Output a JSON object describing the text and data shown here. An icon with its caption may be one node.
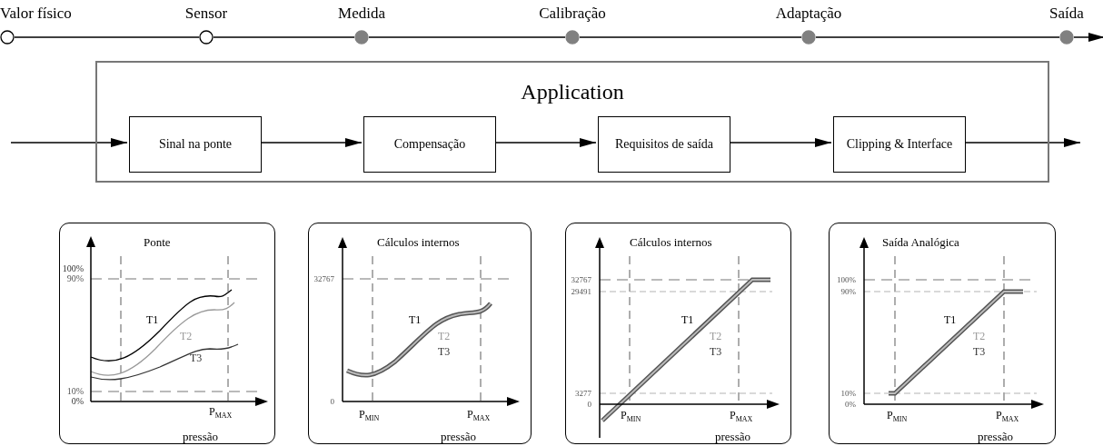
{
  "diagram": {
    "nodes": [
      {
        "text": [
          "Valor físico"
        ]
      },
      {
        "text": [
          "Sensor"
        ]
      },
      {
        "text": [
          "Medida"
        ]
      },
      {
        "text": [
          "Calibração"
        ]
      },
      {
        "text": [
          "Adaptação"
        ]
      },
      {
        "text": [
          "Saída"
        ]
      },
      {
        "text": [
          "Application"
        ]
      },
      {
        "text": [
          "Sinal na ponte"
        ],
        "in": 6
      },
      {
        "text": [
          "Compensação"
        ],
        "in": 6
      },
      {
        "text": [
          "Requisitos de saída"
        ],
        "in": 6
      },
      {
        "text": [
          "Clipping & Interface"
        ],
        "in": 6
      },
      {
        "text": [
          "Ponte"
        ]
      },
      {
        "text": [
          "Cálculos internos"
        ]
      },
      {
        "text": [
          "Cálculos internos"
        ]
      },
      {
        "text": [
          "Saída Analógica"
        ]
      }
    ],
    "edges": [
      {
        "from": 0,
        "to": 1,
        "arrow": "none"
      },
      {
        "from": 1,
        "to": 2,
        "arrow": "none"
      },
      {
        "from": 2,
        "to": 3,
        "arrow": "none"
      },
      {
        "from": 3,
        "to": 4,
        "arrow": "none"
      },
      {
        "from": 4,
        "to": 5,
        "arrow": "none"
      },
      {
        "from": 5,
        "to": null,
        "arrow": "to"
      },
      {
        "from": null,
        "to": 7,
        "arrow": "to"
      },
      {
        "from": 7,
        "to": 8,
        "arrow": "to"
      },
      {
        "from": 8,
        "to": 9,
        "arrow": "to"
      },
      {
        "from": 9,
        "to": 10,
        "arrow": "to"
      },
      {
        "from": 10,
        "to": null,
        "arrow": "to"
      }
    ],
    "labels": [
      "100%",
      "90%",
      "T1",
      "T2",
      "T3",
      "10%",
      "0%",
      "P$_{MAX}$",
      "pressão",
      "32767",
      "T1",
      "T2",
      "T3",
      "0",
      "P$_{MIN}$",
      "P$_{MAX}$",
      "pressão",
      "32767",
      "29491",
      "T1",
      "T2",
      "T3",
      "3277",
      "0",
      "P$_{MIN}$",
      "P$_{MAX}$",
      "pressão",
      "100%",
      "90%",
      "T1",
      "T2",
      "T3",
      "10%",
      "0%",
      "P$_{MIN}$",
      "P$_{MAX}$",
      "pressão"
    ]
  }
}
